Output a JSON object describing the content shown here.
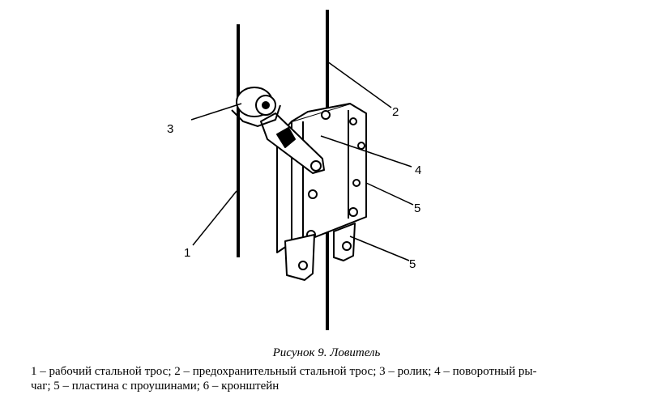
{
  "figure": {
    "labels": {
      "cable_working": "1",
      "cable_safety": "2",
      "roller": "3",
      "lever": "4",
      "plate": "5",
      "bracket": "5"
    }
  },
  "caption": "Рисунок 9. Ловитель",
  "legend": {
    "line1": "1 – рабочий стальной трос; 2 – предохранительный стальной трос; 3 – ролик; 4 – поворотный ры-",
    "line2": "чаг; 5 – пластина с проушинами; 6 – кронштейн"
  }
}
